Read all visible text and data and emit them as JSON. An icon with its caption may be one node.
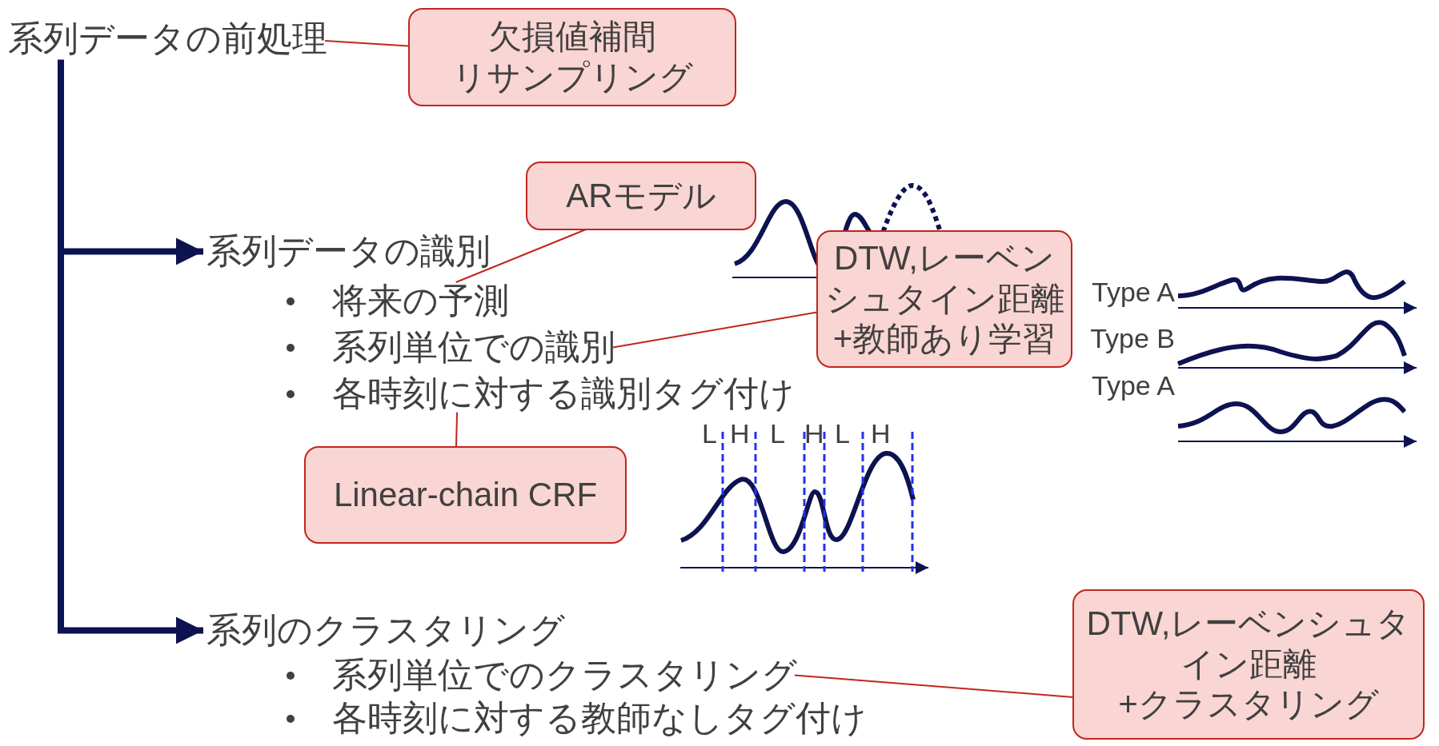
{
  "diagram": {
    "nodes": [
      {
        "text": [
          "系列データの前処理"
        ]
      },
      {
        "text": [
          "欠損値補間",
          "リサンプリング"
        ]
      },
      {
        "text": [
          "系列データの識別"
        ]
      },
      {
        "text": [
          "ARモデル"
        ]
      },
      {
        "text": [
          "将来の予測"
        ]
      },
      {
        "text": [
          "系列単位での識別"
        ]
      },
      {
        "text": [
          "各時刻に対する識別タグ付け"
        ]
      },
      {
        "text": [
          "DTW,レーベンシュタイン距離",
          "+教師あり学習"
        ]
      },
      {
        "text": [
          "Linear-chain CRF"
        ]
      },
      {
        "text": [
          "系列のクラスタリング"
        ]
      },
      {
        "text": [
          "系列単位でのクラスタリング"
        ]
      },
      {
        "text": [
          "各時刻に対する教師なしタグ付け"
        ]
      },
      {
        "text": [
          "DTW,レーベンシュタイン距離",
          "+クラスタリング"
        ]
      }
    ],
    "edges": [
      {
        "from": 0,
        "to": 2,
        "arrow": "to",
        "style": "thick",
        "color": "#0d1250"
      },
      {
        "from": 0,
        "to": 9,
        "arrow": "to",
        "style": "thick",
        "color": "#0d1250"
      },
      {
        "from": 1,
        "to": 0,
        "arrow": "none",
        "color": "#c0261e"
      },
      {
        "from": 3,
        "to": 4,
        "arrow": "none",
        "color": "#c0261e"
      },
      {
        "from": 7,
        "to": 5,
        "arrow": "none",
        "color": "#c0261e"
      },
      {
        "from": 8,
        "to": 6,
        "arrow": "none",
        "color": "#c0261e"
      },
      {
        "from": 12,
        "to": 10,
        "arrow": "none",
        "color": "#c0261e"
      }
    ],
    "labels": [
      "Type A",
      "Type B",
      "Type A",
      "L",
      "H",
      "L",
      "H",
      "L",
      "H"
    ]
  }
}
